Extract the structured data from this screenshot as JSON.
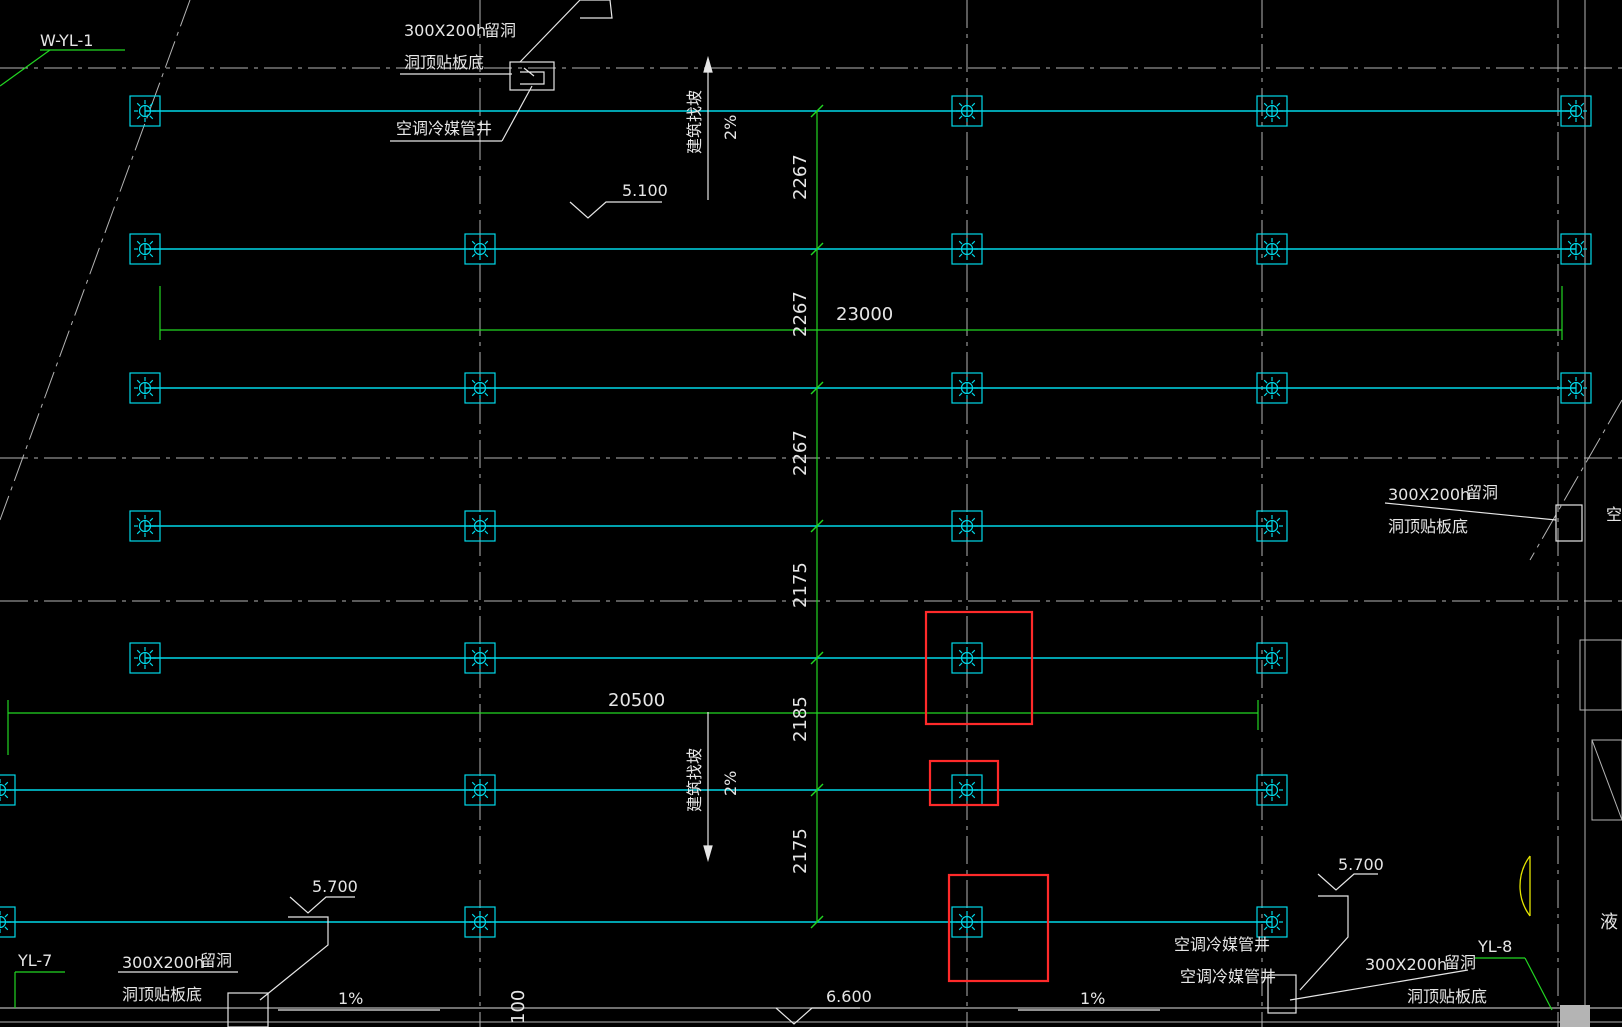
{
  "colors": {
    "background": "#000000",
    "pipe": "#00d8e8",
    "dimension": "#22d622",
    "grid": "#b4b4b4",
    "text": "#e6e6e6",
    "highlight": "#ff2a2a",
    "yellow": "#e6e600"
  },
  "icons": {
    "sprinkler": "sprinkler-head-icon",
    "elevation": "elevation-marker-icon",
    "opening": "wall-opening-icon"
  },
  "labels": {
    "w_yl_1": "W-YL-1",
    "yl_7": "YL-7",
    "yl_8": "YL-8",
    "opening_size": "300X200h",
    "opening_word": "留洞",
    "opening_note": "洞顶贴板底",
    "ac_shaft": "空调冷媒管井",
    "slope_text": "建筑找坡",
    "slope_value": "2%",
    "one_percent": "1%",
    "elev_5100": "5.100",
    "elev_5700": "5.700",
    "elev_6600": "6.600",
    "dim_23000": "23000",
    "dim_20500": "20500",
    "dim_2267": "2267",
    "dim_2175": "2175",
    "dim_2185": "2185",
    "dim_100": "100",
    "side_char": "液",
    "side_char_2": "空"
  }
}
